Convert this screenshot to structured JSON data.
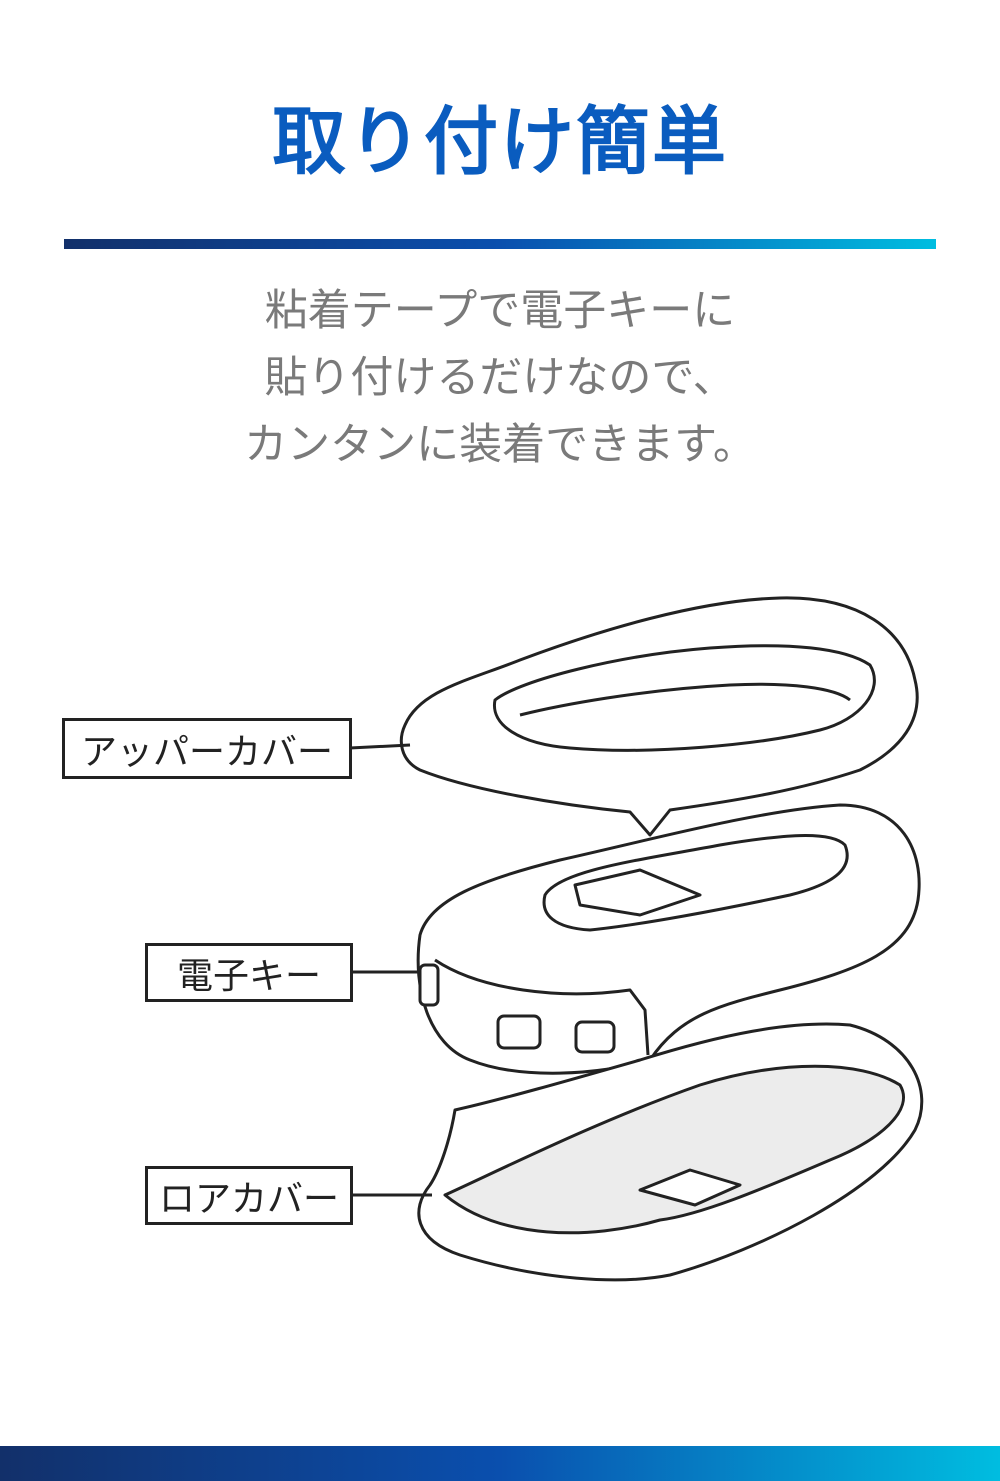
{
  "title": "取り付け簡単",
  "description": [
    "粘着テープで電子キーに",
    "貼り付けるだけなので、",
    "カンタンに装着できます。"
  ],
  "labels": {
    "upper_cover": "アッパーカバー",
    "key": "電子キー",
    "lower_cover": "ロアカバー"
  },
  "colors": {
    "title": "#0a5cbf",
    "gradient_start": "#12306a",
    "gradient_end": "#00bde0"
  }
}
